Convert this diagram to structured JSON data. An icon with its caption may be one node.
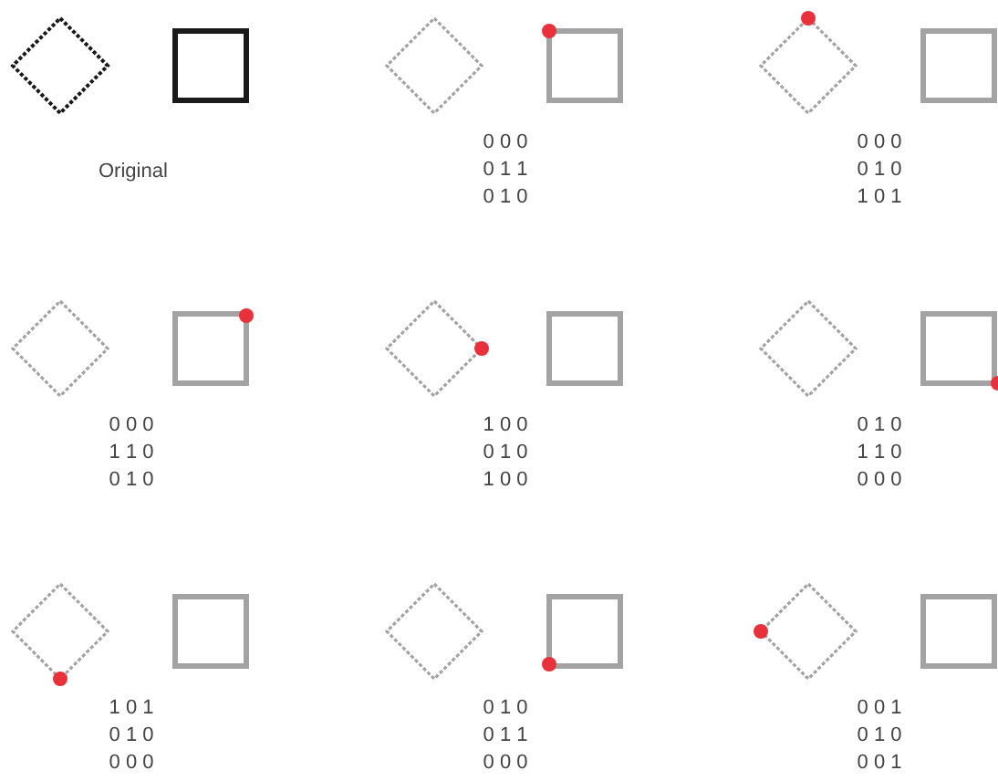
{
  "diagram": {
    "labels": [
      "Original",
      "0 0 0",
      "0 1 1",
      "0 1 0",
      "0 0 0",
      "0 1 0",
      "1 0 1",
      "0 0 0",
      "1 1 0",
      "0 1 0",
      "1 0 0",
      "0 1 0",
      "1 0 0",
      "0 1 0",
      "1 1 0",
      "0 0 0",
      "1 0 1",
      "0 1 0",
      "0 0 0",
      "0 1 0",
      "0 1 1",
      "0 0 0",
      "0 0 1",
      "0 1 0",
      "0 0 1"
    ]
  }
}
